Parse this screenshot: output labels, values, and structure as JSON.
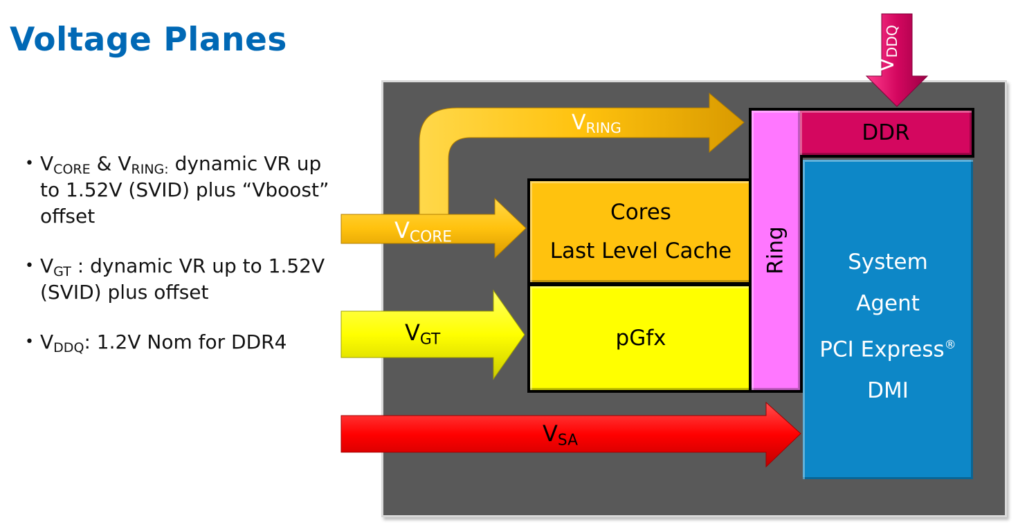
{
  "title": "Voltage Planes",
  "bullets": [
    {
      "parts": [
        {
          "t": "V"
        },
        {
          "sub": "CORE"
        },
        {
          "t": " & V"
        },
        {
          "sub": "RING:"
        },
        {
          "t": "  dynamic VR up to 1.52V (SVID) plus “Vboost” offset"
        }
      ]
    },
    {
      "parts": [
        {
          "t": "V"
        },
        {
          "sub": "GT"
        },
        {
          "t": " : dynamic VR up to 1.52V (SVID) plus offset"
        }
      ]
    },
    {
      "parts": [
        {
          "t": "V"
        },
        {
          "sub": "DDQ"
        },
        {
          "t": ": 1.2V Nom for DDR4"
        }
      ]
    }
  ],
  "blocks": {
    "cores": {
      "line1": "Cores",
      "line2": "Last Level Cache"
    },
    "pgfx": "pGfx",
    "ring": "Ring",
    "ddr": "DDR",
    "system_agent": {
      "line1": "System",
      "line2": "Agent",
      "line3": "PCI Express",
      "reg": "®",
      "line4": "DMI"
    }
  },
  "arrows": {
    "vcore": {
      "v": "V",
      "sub": "CORE"
    },
    "vring": {
      "v": "V",
      "sub": "RING"
    },
    "vgt": {
      "v": "V",
      "sub": "GT"
    },
    "vsa": {
      "v": "V",
      "sub": "SA"
    },
    "vddq": {
      "v": "V",
      "sub": "DDQ"
    }
  },
  "colors": {
    "title": "#0068b5",
    "chip_bg": "#595959",
    "cores": "#ffc20e",
    "pgfx": "#ffff00",
    "ring": "#ff77ff",
    "ddr": "#d4075f",
    "system_agent": "#0d87c7",
    "vsa": "#ff0000"
  }
}
